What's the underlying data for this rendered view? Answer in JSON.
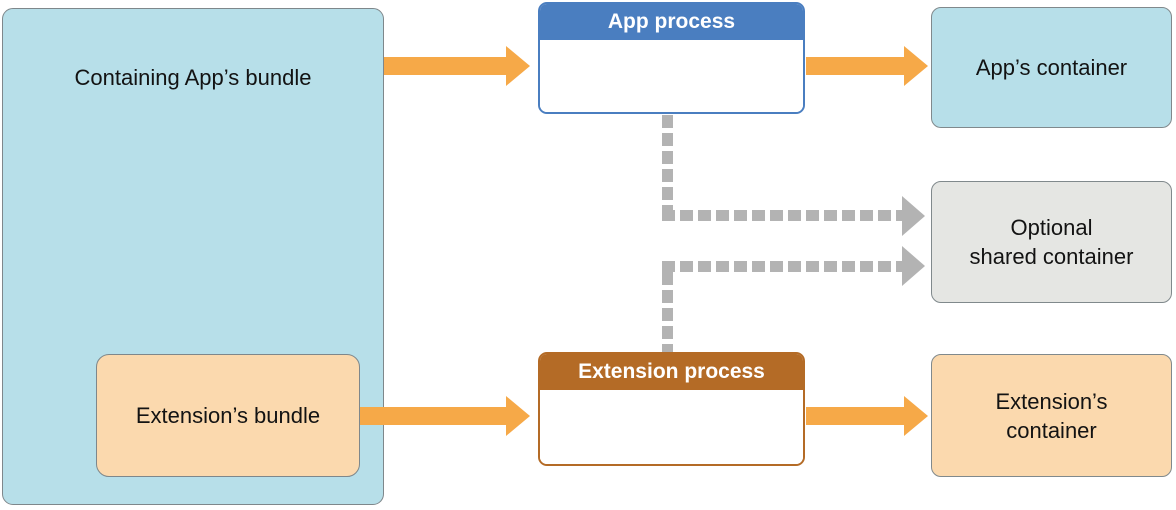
{
  "bundles": {
    "containing_app": {
      "label": "Containing App’s bundle"
    },
    "extension": {
      "label": "Extension’s bundle"
    }
  },
  "processes": {
    "app": {
      "title": "App process"
    },
    "extension": {
      "title": "Extension process"
    }
  },
  "containers": {
    "app": {
      "label": "App’s container"
    },
    "shared": {
      "line1": "Optional",
      "line2": "shared container"
    },
    "extension": {
      "line1": "Extension’s",
      "line2": "container"
    }
  },
  "colors": {
    "solid_arrow": "#F6A948",
    "dashed_arrow": "#B3B3B3",
    "app_process_header": "#4A7EC0",
    "extension_process_header": "#B46B26",
    "light_blue_fill": "#B7DFE9",
    "peach_fill": "#FBD9AE",
    "gray_fill": "#E5E6E3"
  }
}
